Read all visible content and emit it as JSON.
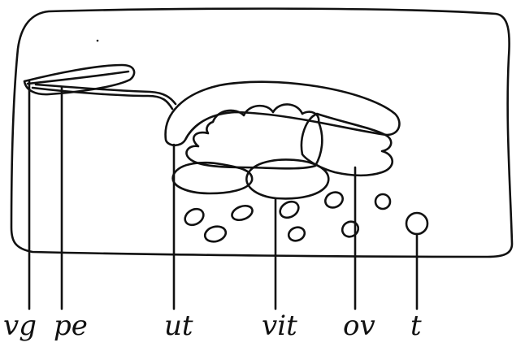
{
  "figure": {
    "labels": {
      "vg": "vg",
      "pe": "pe",
      "ut": "ut",
      "vit": "vit",
      "ov": "ov",
      "t": "t"
    },
    "ink_color": "#111111",
    "paper_color": "#ffffff"
  }
}
